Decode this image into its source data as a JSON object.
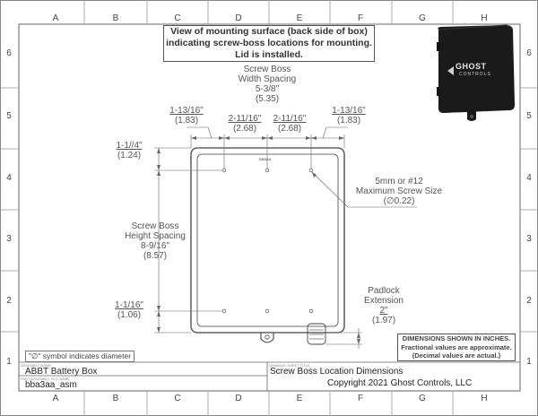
{
  "columns": [
    "A",
    "B",
    "C",
    "D",
    "E",
    "F",
    "G",
    "H"
  ],
  "rows": [
    "6",
    "5",
    "4",
    "3",
    "2",
    "1"
  ],
  "view_note": [
    "View of mounting surface (back side of box)",
    "indicating screw-boss locations for mounting.",
    "Lid is installed."
  ],
  "logo_text": "GHOST",
  "logo_sub": "CONTROLS",
  "width_spacing": {
    "l1": "Screw Boss",
    "l2": "Width Spacing",
    "l3": "5-3/8\"",
    "l4": "(5.35)"
  },
  "left_gap": {
    "frac": "1-13/16\"",
    "dec": "(1.83)"
  },
  "mid_left": {
    "frac": "2-11/16\"",
    "dec": "(2.68)"
  },
  "mid_right": {
    "frac": "2-11/16\"",
    "dec": "(2.68)"
  },
  "right_gap": {
    "frac": "1-13/16\"",
    "dec": "(1.83)"
  },
  "top_offset": {
    "frac": "1-1//4\"",
    "dec": "(1.24)"
  },
  "height_spacing": {
    "l1": "Screw Boss",
    "l2": "Height Spacing",
    "l3": "8-9/16\"",
    "l4": "(8.57)"
  },
  "bottom_offset": {
    "frac": "1-1/16\"",
    "dec": "(1.06)"
  },
  "screw_size": {
    "l1": "5mm or #12",
    "l2": "Maximum Screw Size",
    "l3": "(∅0.22)"
  },
  "padlock": {
    "l1": "Padlock",
    "l2": "Extension",
    "l3": "2\"",
    "l4": "(1.97)"
  },
  "box_label": "BBBAA",
  "dims_note": [
    "DIMENSIONS SHOWN IN INCHES.",
    "Fractional values are approximate.",
    "(Decimal values are actual.)"
  ],
  "diameter_note": "\"∅\" symbol indicates diameter",
  "title_block": {
    "assembly_name_label": "ASSEMBLY NAME",
    "assembly_name": "ABBT Battery Box",
    "file_name_label": "PART/ASSEMBLY FILE NAME",
    "file_name": "bba3aa_asm",
    "sheet_title_label": "DRAWING SHEET TITLE",
    "sheet_title": "Screw Boss Location Dimensions",
    "copyright": "Copyright 2021 Ghost Controls, LLC"
  },
  "colors": {
    "line": "#555555",
    "box_dark": "#1a1a1a",
    "text": "#444444"
  }
}
